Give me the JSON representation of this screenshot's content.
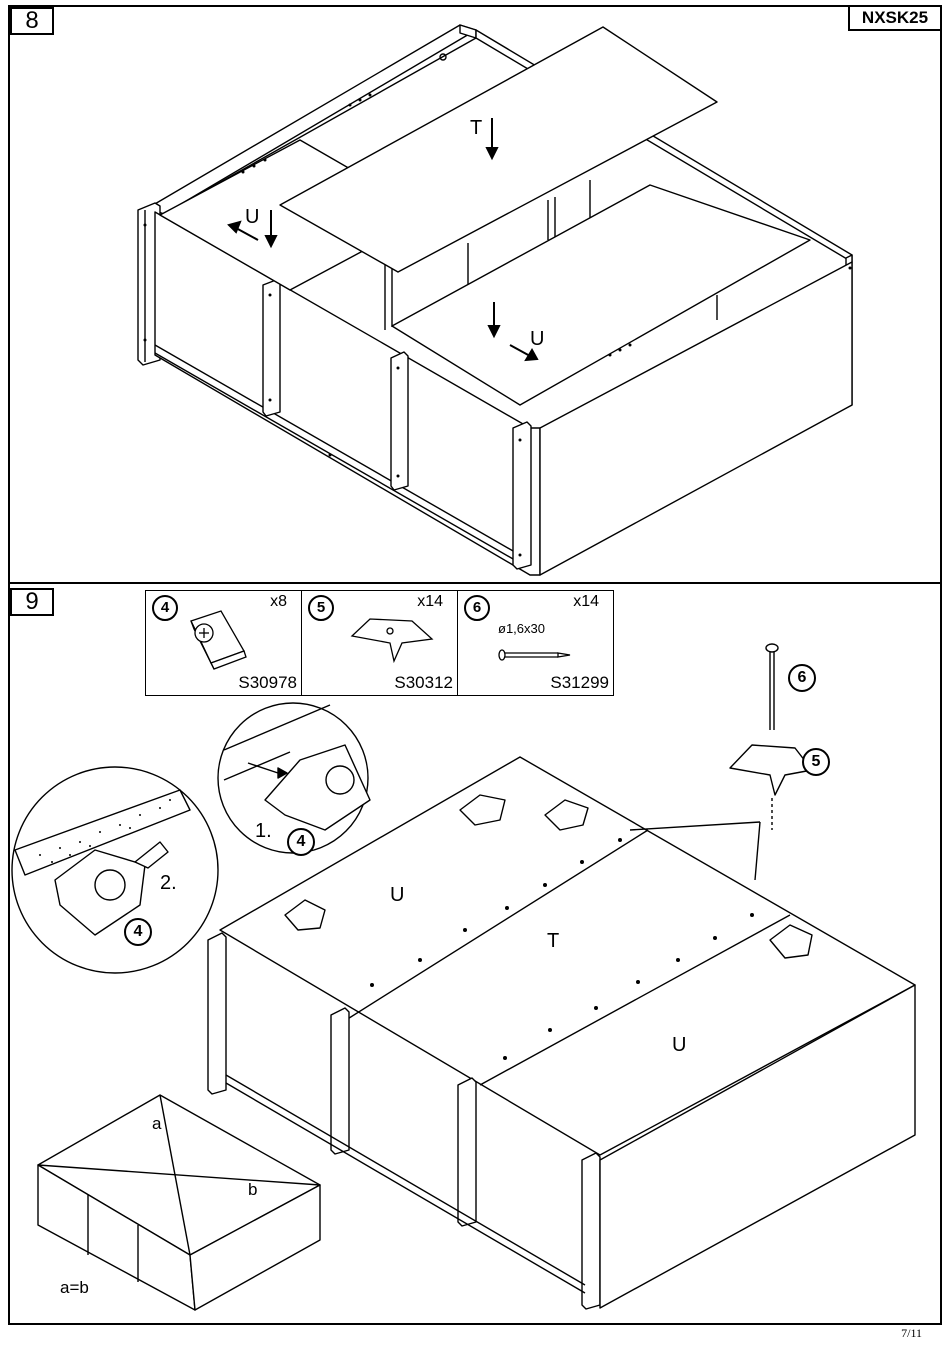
{
  "header": {
    "model": "NXSK25"
  },
  "steps": [
    {
      "number": "8",
      "labels": {
        "top_panel": "T",
        "side_panel_left": "U",
        "side_panel_right": "U"
      }
    },
    {
      "number": "9"
    }
  ],
  "parts": [
    {
      "id": "4",
      "qty": "x8",
      "code": "S30978",
      "icon": "corner-bracket-with-screw-icon"
    },
    {
      "id": "5",
      "qty": "x14",
      "code": "S30312",
      "icon": "panel-clip-icon"
    },
    {
      "id": "6",
      "qty": "x14",
      "code": "S31299",
      "dimension": "ø1,6x30",
      "icon": "nail-icon"
    }
  ],
  "step9": {
    "detail1": {
      "step_label": "1.",
      "part": "4"
    },
    "detail2": {
      "step_label": "2.",
      "part": "4"
    },
    "nail_part": "6",
    "clip_part": "5",
    "panel_labels": {
      "left": "U",
      "center": "T",
      "right": "U"
    },
    "diagonal": {
      "a": "a",
      "b": "b",
      "rule": "a=b"
    }
  },
  "footer": {
    "page": "7/11"
  }
}
